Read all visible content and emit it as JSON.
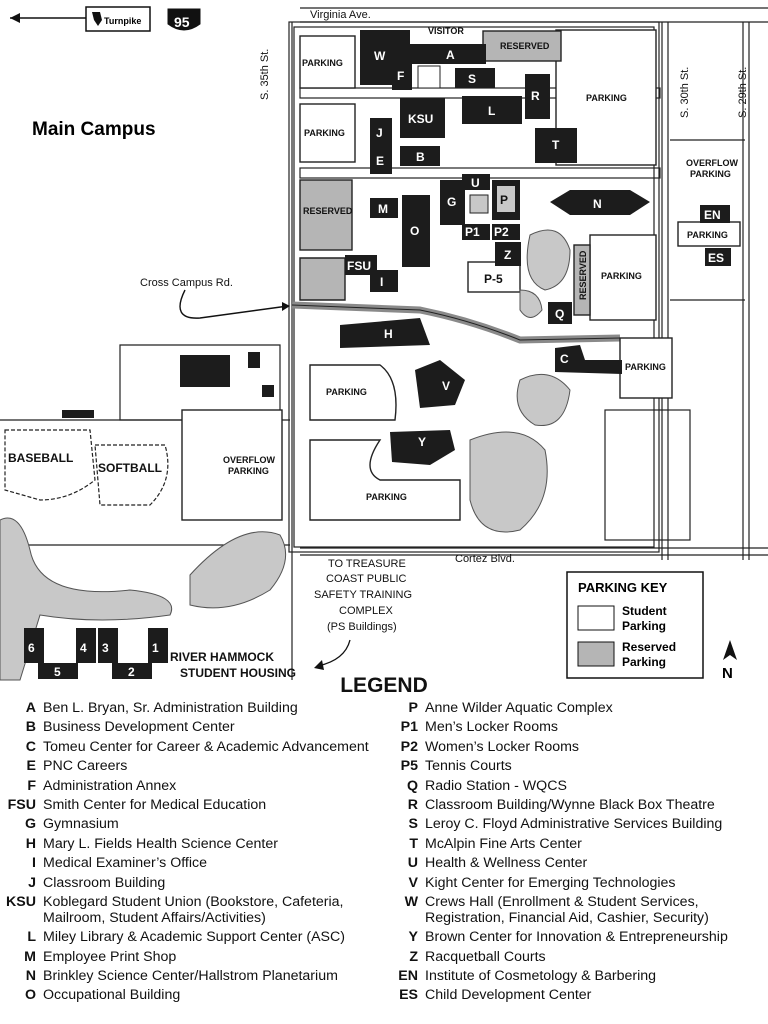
{
  "map": {
    "title": "Main Campus",
    "turnpike_label": "Turnpike",
    "interstate_number": "95",
    "streets": {
      "virginia": "Virginia Ave.",
      "s35": "S. 35th St.",
      "s30": "S. 30th St.",
      "s29": "S. 29th St.",
      "cortez": "Cortez Blvd.",
      "cross_campus": "Cross Campus Rd."
    },
    "areas": {
      "visitor": "VISITOR",
      "parking": "PARKING",
      "reserved": "RESERVED",
      "overflow_parking_1": "OVERFLOW",
      "overflow_parking_2": "PARKING",
      "baseball": "BASEBALL",
      "softball": "SOFTBALL",
      "housing_1": "RIVER HAMMOCK",
      "housing_2": "STUDENT HOUSING"
    },
    "note_lines": [
      "TO TREASURE",
      "COAST PUBLIC",
      "SAFETY TRAINING",
      "COMPLEX",
      "(PS Buildings)"
    ],
    "building_codes": [
      "W",
      "A",
      "S",
      "F",
      "R",
      "KSU",
      "L",
      "J",
      "B",
      "E",
      "T",
      "U",
      "G",
      "P",
      "M",
      "N",
      "O",
      "P1",
      "P2",
      "EN",
      "ES",
      "FSU",
      "Z",
      "P-5",
      "I",
      "Q",
      "H",
      "C",
      "V",
      "Y"
    ],
    "housing_numbers": [
      "6",
      "4",
      "3",
      "1",
      "5",
      "2"
    ],
    "north_label": "N",
    "parking_key": {
      "title": "PARKING KEY",
      "student_1": "Student",
      "student_2": "Parking",
      "reserved_1": "Reserved",
      "reserved_2": "Parking"
    },
    "colors": {
      "building": "#1c1c1c",
      "reserved": "#b5b5b5",
      "pond": "#c8c8c8"
    }
  },
  "legend": {
    "title": "LEGEND",
    "left": [
      {
        "code": "A",
        "name": "Ben L. Bryan, Sr. Administration Building"
      },
      {
        "code": "B",
        "name": "Business Development Center"
      },
      {
        "code": "C",
        "name": "Tomeu Center for Career & Academic Advancement"
      },
      {
        "code": "E",
        "name": "PNC Careers"
      },
      {
        "code": "F",
        "name": "Administration Annex"
      },
      {
        "code": "FSU",
        "name": "Smith Center for Medical Education"
      },
      {
        "code": "G",
        "name": "Gymnasium"
      },
      {
        "code": "H",
        "name": "Mary L. Fields Health Science Center"
      },
      {
        "code": "I",
        "name": "Medical Examiner’s Office"
      },
      {
        "code": "J",
        "name": "Classroom Building"
      },
      {
        "code": "KSU",
        "name": "Koblegard Student Union (Bookstore, Cafeteria, Mailroom, Student Affairs/Activities)"
      },
      {
        "code": "L",
        "name": "Miley Library & Academic Support Center (ASC)"
      },
      {
        "code": "M",
        "name": "Employee Print Shop"
      },
      {
        "code": "N",
        "name": "Brinkley Science Center/Hallstrom Planetarium"
      },
      {
        "code": "O",
        "name": "Occupational Building"
      }
    ],
    "right": [
      {
        "code": "P",
        "name": "Anne Wilder Aquatic Complex"
      },
      {
        "code": "P1",
        "name": "Men’s Locker Rooms"
      },
      {
        "code": "P2",
        "name": "Women’s Locker Rooms"
      },
      {
        "code": "P5",
        "name": "Tennis Courts"
      },
      {
        "code": "Q",
        "name": "Radio Station - WQCS"
      },
      {
        "code": "R",
        "name": "Classroom Building/Wynne Black Box Theatre"
      },
      {
        "code": "S",
        "name": "Leroy C. Floyd Administrative Services Building"
      },
      {
        "code": "T",
        "name": "McAlpin Fine Arts Center"
      },
      {
        "code": "U",
        "name": "Health & Wellness Center"
      },
      {
        "code": "V",
        "name": "Kight Center for Emerging Technologies"
      },
      {
        "code": "W",
        "name": "Crews Hall (Enrollment & Student Services, Registration, Financial Aid, Cashier, Security)"
      },
      {
        "code": "Y",
        "name": "Brown Center for Innovation & Entrepreneurship"
      },
      {
        "code": "Z",
        "name": "Racquetball Courts"
      },
      {
        "code": "EN",
        "name": "Institute of Cosmetology & Barbering"
      },
      {
        "code": "ES",
        "name": "Child Development Center"
      }
    ]
  }
}
